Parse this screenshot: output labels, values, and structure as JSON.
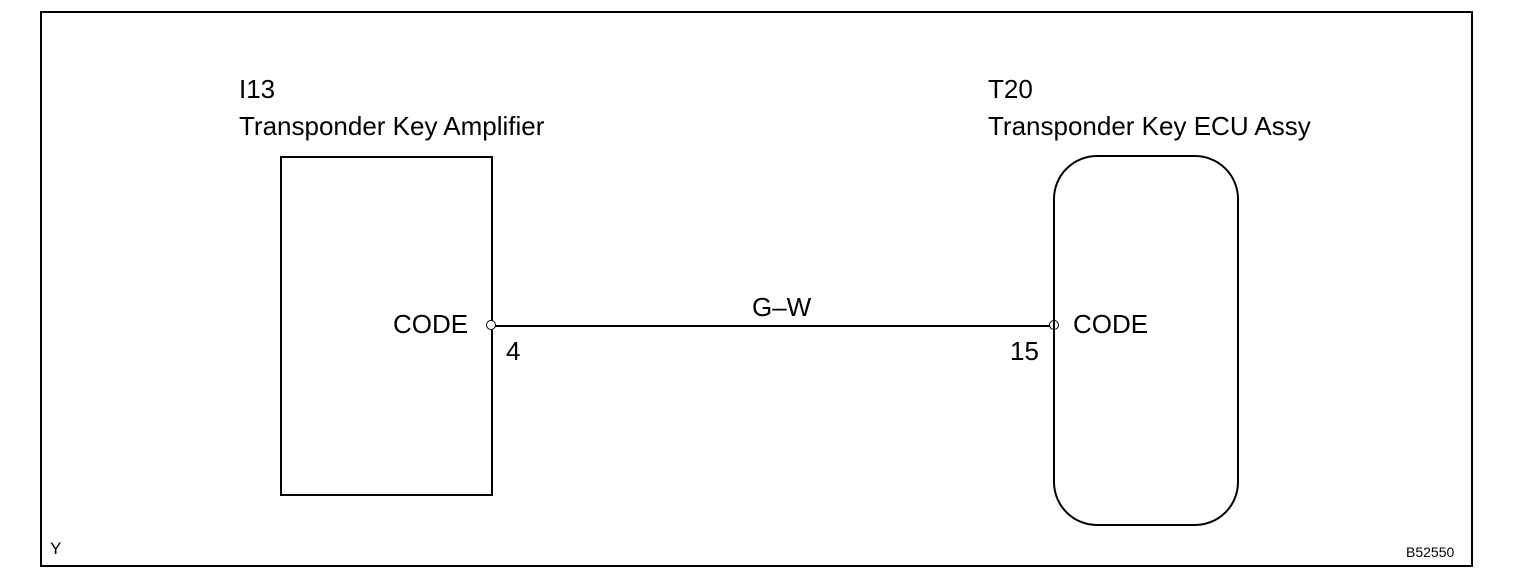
{
  "diagram": {
    "left_component": {
      "code": "I13",
      "name": "Transponder Key Amplifier",
      "terminal_label": "CODE",
      "pin_number": "4"
    },
    "right_component": {
      "code": "T20",
      "name": "Transponder Key ECU Assy",
      "terminal_label": "CODE",
      "pin_number": "15"
    },
    "wire": {
      "color_code": "G–W"
    },
    "corner_mark": "Y",
    "figure_id": "B52550"
  }
}
